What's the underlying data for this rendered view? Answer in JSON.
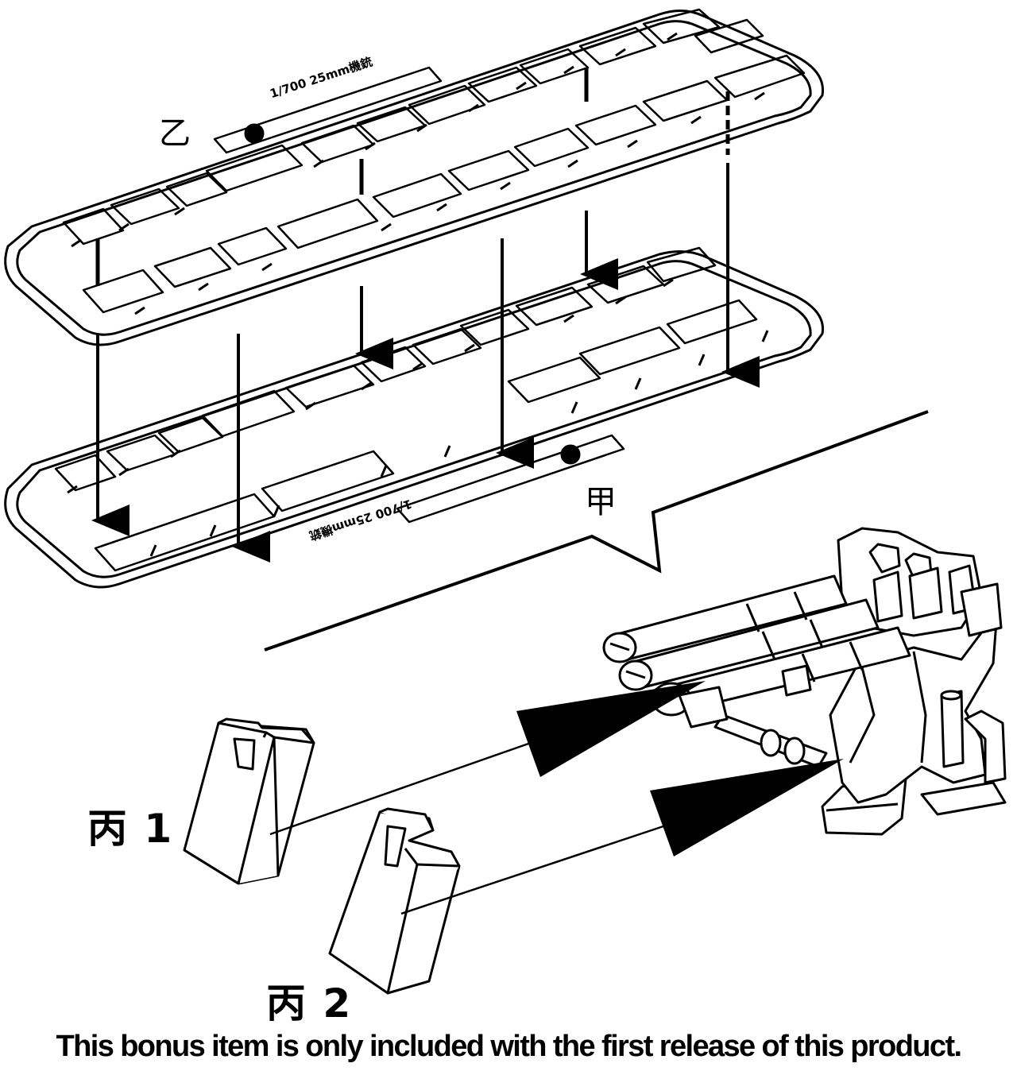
{
  "labels": {
    "sprue_top": "乙",
    "sprue_bottom": "甲",
    "block_1": "丙 1",
    "block_2": "丙 2"
  },
  "sprue_tab_text": "1/700 25mm機銃",
  "caption": "This bonus item is only included with the first release of this product.",
  "colors": {
    "ink": "#000000",
    "paper": "#ffffff"
  }
}
